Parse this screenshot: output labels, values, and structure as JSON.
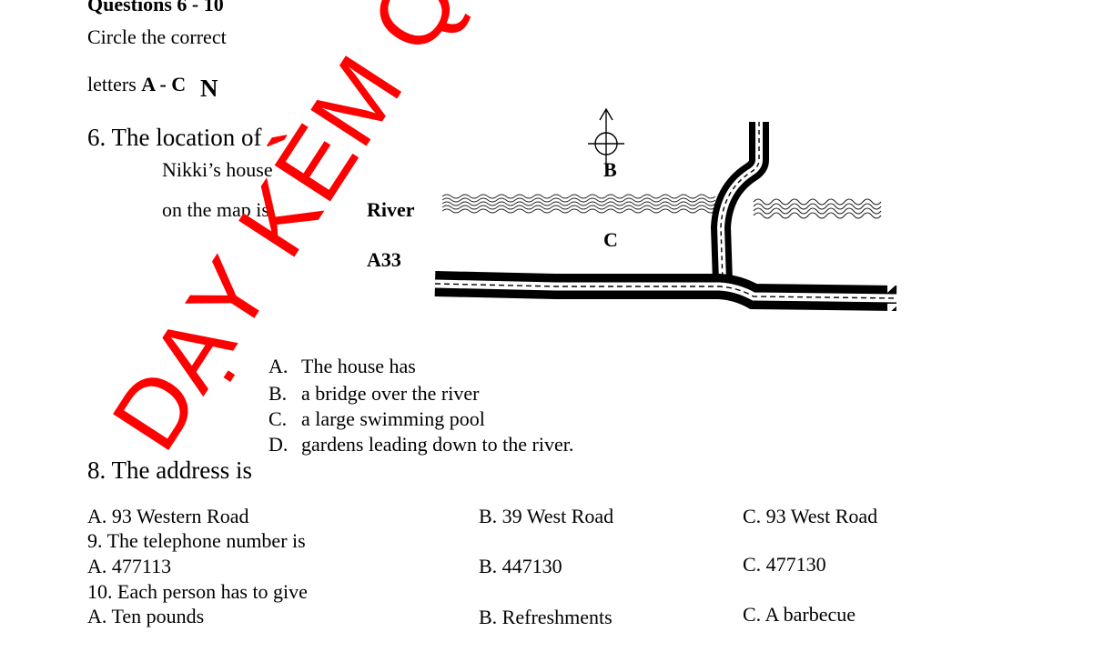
{
  "heading": "Questions 6 - 10",
  "instruction_line1": "Circle the correct",
  "instruction_line2_text": "letters ",
  "instruction_line2_bold": "A - C",
  "compass_letter": "N",
  "q6": {
    "title": "6. The location of",
    "line2": "Nikki’s house",
    "line3": "on the map is"
  },
  "map": {
    "label_river": "River",
    "label_a33": "A33",
    "label_b": "B",
    "label_c": "C"
  },
  "q7_options": [
    {
      "letter": "A.",
      "text": "The house has"
    },
    {
      "letter": "B.",
      "text": "a bridge over the river"
    },
    {
      "letter": "C.",
      "text": "a large swimming pool"
    },
    {
      "letter": "D.",
      "text": "gardens leading down to the river."
    }
  ],
  "q8": {
    "title": "8. The address is",
    "a": "A. 93 Western Road",
    "b": "B. 39 West Road",
    "c": "C. 93 West Road"
  },
  "q9": {
    "title": "9.  The telephone number is",
    "a": "A. 477113",
    "b": "B. 447130",
    "c": "C. 477130"
  },
  "q10": {
    "title": "10. Each person has to give",
    "a": "A. Ten pounds",
    "b": "B. Refreshments",
    "c": "C. A barbecue"
  },
  "watermark": "DẠY KÈM QUY",
  "colors": {
    "watermark": "#ff0000",
    "text": "#000000"
  }
}
